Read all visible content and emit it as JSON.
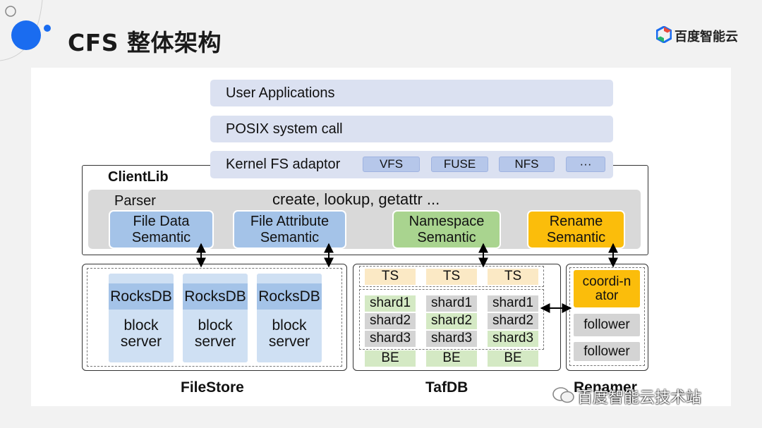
{
  "slide": {
    "title": "CFS 整体架构",
    "brand": "百度智能云",
    "watermark": "百度智能云技术站"
  },
  "stack": {
    "user_apps": "User Applications",
    "posix": "POSIX system call",
    "kernel": "Kernel FS adaptor",
    "adaptors": [
      "VFS",
      "FUSE",
      "NFS",
      "···"
    ]
  },
  "clientlib": {
    "title": "ClientLib",
    "parser": "Parser",
    "ops": "create, lookup, getattr ...",
    "semantics": {
      "file_data": "File Data Semantic",
      "file_attr": "File Attribute Semantic",
      "namespace": "Namespace Semantic",
      "rename": "Rename Semantic"
    }
  },
  "filestore": {
    "label": "FileStore",
    "servers": [
      {
        "db": "RocksDB",
        "role": "block server"
      },
      {
        "db": "RocksDB",
        "role": "block server"
      },
      {
        "db": "RocksDB",
        "role": "block server"
      }
    ]
  },
  "tafdb": {
    "label": "TafDB",
    "columns": [
      {
        "ts": "TS",
        "shards": [
          "shard1",
          "shard2",
          "shard3"
        ],
        "be": "BE"
      },
      {
        "ts": "TS",
        "shards": [
          "shard1",
          "shard2",
          "shard3"
        ],
        "be": "BE"
      },
      {
        "ts": "TS",
        "shards": [
          "shard1",
          "shard2",
          "shard3"
        ],
        "be": "BE"
      }
    ]
  },
  "renamer": {
    "label": "Renamer",
    "coordinator": "coordi-nator",
    "followers": [
      "follower",
      "follower"
    ]
  },
  "colors": {
    "accent_blue": "#1a6cf0",
    "semantic_blue": "#a4c3e8",
    "semantic_green": "#a9d48f",
    "semantic_orange": "#fbbd0b",
    "layer_bar": "#dbe1f1"
  }
}
